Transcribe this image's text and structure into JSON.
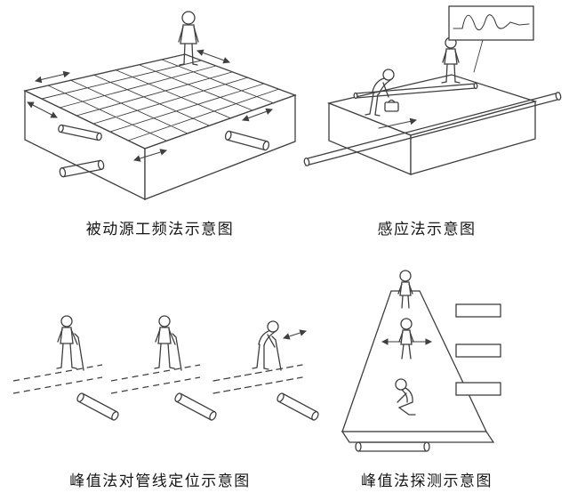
{
  "panels": {
    "passive_source": {
      "caption": "被动源工频法示意图"
    },
    "induction": {
      "caption": "感应法示意图"
    },
    "peak_positioning": {
      "caption": "峰值法对管线定位示意图"
    },
    "peak_detection": {
      "caption": "峰值法探测示意图"
    }
  },
  "colors": {
    "ink": "#3f3f3f",
    "background": "#ffffff"
  }
}
